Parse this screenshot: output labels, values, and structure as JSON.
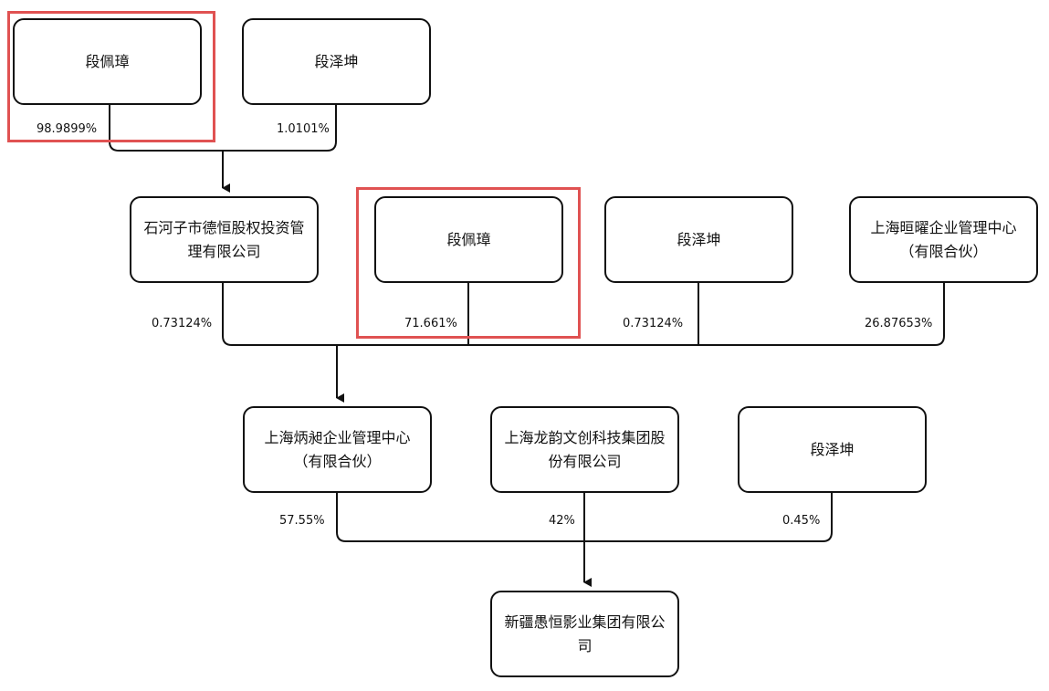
{
  "nodes": {
    "a_duan_peizhang": "段佩璋",
    "a_duan_zekun": "段泽坤",
    "b_shihezi_l1": "石河子市德恒股权投资管",
    "b_shihezi_l2": "理有限公司",
    "b_duan_peizhang": "段佩璋",
    "b_duan_zekun": "段泽坤",
    "b_xuanyao_l1": "上海晅曜企业管理中心",
    "b_xuanyao_l2": "（有限合伙）",
    "c_bingqi_l1": "上海炳昶企业管理中心",
    "c_bingqi_l2": "（有限合伙）",
    "c_longyun_l1": "上海龙韵文创科技集团股",
    "c_longyun_l2": "份有限公司",
    "c_duan_zekun": "段泽坤",
    "d_target_l1": "新疆愚恒影业集团有限公",
    "d_target_l2": "司"
  },
  "percentages": {
    "a_duan_peizhang": "98.9899%",
    "a_duan_zekun": "1.0101%",
    "b_shihezi": "0.73124%",
    "b_duan_peizhang": "71.661%",
    "b_duan_zekun": "0.73124%",
    "b_xuanyao": "26.87653%",
    "c_bingqi": "57.55%",
    "c_longyun": "42%",
    "c_duan_zekun": "0.45%"
  },
  "colors": {
    "line": "#111111",
    "highlight": "#e05252"
  }
}
